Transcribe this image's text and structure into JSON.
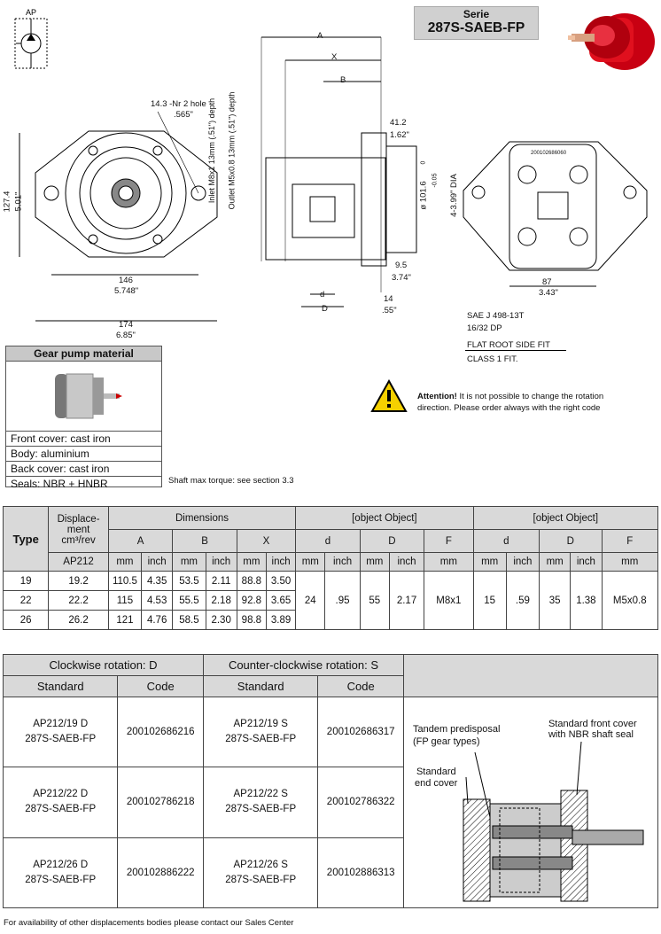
{
  "symbol": {
    "label": "AP"
  },
  "serie": {
    "label": "Serie",
    "model": "287S-SAEB-FP"
  },
  "drawing": {
    "A": "A",
    "X": "X",
    "B": "B",
    "d": "d",
    "D": "D",
    "nr_hole": "14.3 -Nr 2 hole",
    "nr_hole_in": ".565\"",
    "inlet": "Inlet M8x1   13mm  (.51\") depth",
    "outlet": "Outlet M5x0.8 13mm  (.51\") depth",
    "d127": "127.4",
    "d501": "5.01\"",
    "d146": "146",
    "d5748": "5.748\"",
    "d174": "174",
    "d685": "6.85\"",
    "d412": "41.2",
    "d162": "1.62\"",
    "dia": "ø 101.6",
    "tol_top": "0",
    "tol_bot": "-0.05",
    "dia_in": "4-3.99\" DIA",
    "d95": "9.5",
    "d374": "3.74\"",
    "d14": "14",
    "d55": ".55\"",
    "d87": "87",
    "d343": "3.43\"",
    "sae1": "SAE J 498-13T",
    "sae2": "16/32 DP",
    "sae3": "FLAT ROOT SIDE FIT",
    "sae4": "CLASS 1 FIT.",
    "plate_code": "200102686060"
  },
  "material": {
    "title": "Gear pump material",
    "rows": [
      "Front cover: cast iron",
      "Body: aluminium",
      "Back cover: cast iron",
      "Seals: NBR + HNBR"
    ]
  },
  "attention": {
    "bold": "Attention!",
    "text1": " It is not possible to change the rotation",
    "text2": "direction.  Please order always with the right code"
  },
  "torque_note": "Shaft max torque: see section 3.3",
  "dim_table": {
    "type": "Type",
    "displ1": "Displace-",
    "displ2": "ment",
    "displ3": "cm³/rev",
    "dimensions": "Dimensions",
    "suction": {
      "d_mm": "24",
      "d_in": ".95",
      "D_mm": "55",
      "D_in": "2.17",
      "F": "M8x1"
    },
    "pressure": {
      "d_mm": "15",
      "d_in": ".59",
      "D_mm": "35",
      "D_in": "1.38",
      "F": "M5x0.8"
    },
    "A": "A",
    "B": "B",
    "X": "X",
    "d": "d",
    "D": "D",
    "F": "F",
    "ap212": "AP212",
    "mm": "mm",
    "inch": "inch",
    "rows": [
      {
        "type": "19",
        "displ": "19.2",
        "A_mm": "110.5",
        "A_in": "4.35",
        "B_mm": "53.5",
        "B_in": "2.11",
        "X_mm": "88.8",
        "X_in": "3.50"
      },
      {
        "type": "22",
        "displ": "22.2",
        "A_mm": "115",
        "A_in": "4.53",
        "B_mm": "55.5",
        "B_in": "2.18",
        "X_mm": "92.8",
        "X_in": "3.65"
      },
      {
        "type": "26",
        "displ": "26.2",
        "A_mm": "121",
        "A_in": "4.76",
        "B_mm": "58.5",
        "B_in": "2.30",
        "X_mm": "98.8",
        "X_in": "3.89"
      }
    ]
  },
  "codes": {
    "cw": "Clockwise rotation: D",
    "ccw": "Counter-clockwise rotation: S",
    "standard": "Standard",
    "code": "Code",
    "rows": [
      {
        "cw_std1": "AP212/19 D",
        "cw_std2": "287S-SAEB-FP",
        "cw_code": "200102686216",
        "ccw_std1": "AP212/19 S",
        "ccw_std2": "287S-SAEB-FP",
        "ccw_code": "200102686317"
      },
      {
        "cw_std1": "AP212/22 D",
        "cw_std2": "287S-SAEB-FP",
        "cw_code": "200102786218",
        "ccw_std1": "AP212/22 S",
        "ccw_std2": "287S-SAEB-FP",
        "ccw_code": "200102786322"
      },
      {
        "cw_std1": "AP212/26 D",
        "cw_std2": "287S-SAEB-FP",
        "cw_code": "200102886222",
        "ccw_std1": "AP212/26 S",
        "ccw_std2": "287S-SAEB-FP",
        "ccw_code": "200102886313"
      }
    ]
  },
  "cutaway": {
    "tandem1": "Tandem predisposal",
    "tandem2": "(FP gear types)",
    "front1": "Standard front cover",
    "front2": "with NBR shaft seal",
    "end1": "Standard",
    "end2": "end cover"
  },
  "footer": "For availability of other displacements bodies please contact our Sales Center"
}
